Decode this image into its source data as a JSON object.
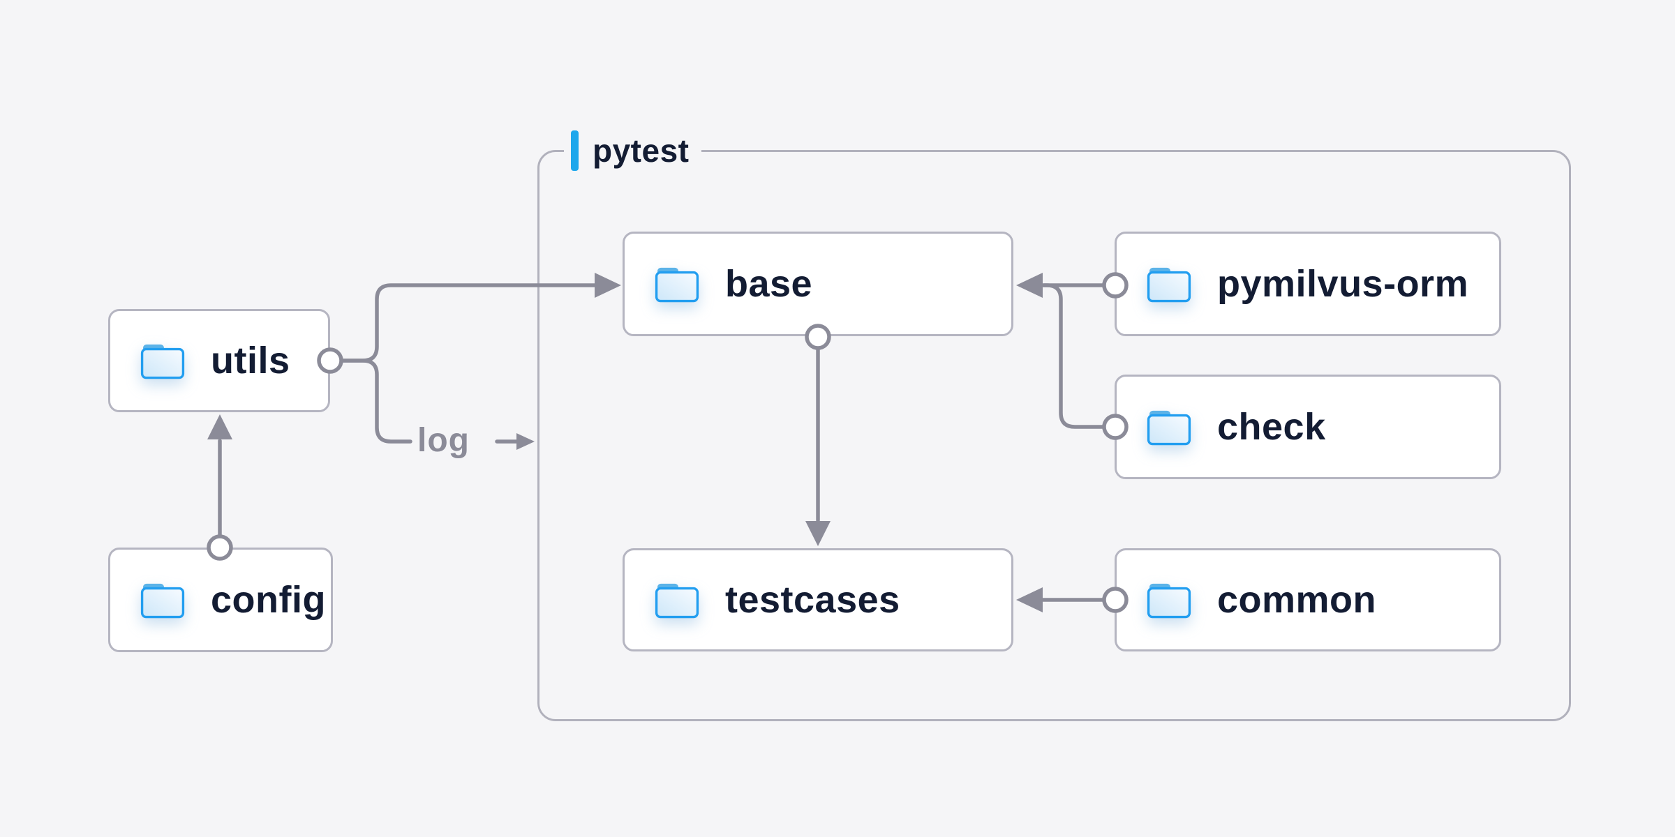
{
  "diagram": {
    "container": {
      "title": "pytest"
    },
    "nodes": [
      {
        "id": "utils",
        "label": "utils"
      },
      {
        "id": "config",
        "label": "config"
      },
      {
        "id": "base",
        "label": "base"
      },
      {
        "id": "testcases",
        "label": "testcases"
      },
      {
        "id": "pymilvus-orm",
        "label": "pymilvus-orm"
      },
      {
        "id": "check",
        "label": "check"
      },
      {
        "id": "common",
        "label": "common"
      }
    ],
    "edges": [
      {
        "from": "utils",
        "to": "base",
        "label": ""
      },
      {
        "from": "utils",
        "to": "pytest",
        "label": "log"
      },
      {
        "from": "config",
        "to": "utils",
        "label": ""
      },
      {
        "from": "base",
        "to": "testcases",
        "label": ""
      },
      {
        "from": "pymilvus-orm",
        "to": "base",
        "label": ""
      },
      {
        "from": "check",
        "to": "base",
        "label": ""
      },
      {
        "from": "common",
        "to": "testcases",
        "label": ""
      }
    ],
    "log_label": "log",
    "colors": {
      "background": "#f5f5f7",
      "node_fill": "#ffffff",
      "node_border": "#b5b5c1",
      "container_border": "#b1b1bc",
      "arrow_gray": "#8b8b98",
      "text_navy": "#131c33",
      "accent_blue": "#1ea7ec",
      "folder_stroke": "#229ef0",
      "folder_tab": "#5cb3e8"
    }
  }
}
